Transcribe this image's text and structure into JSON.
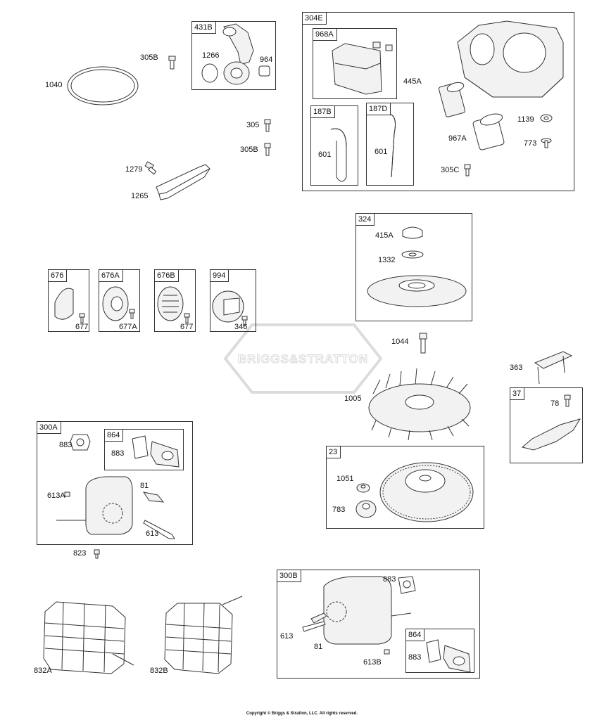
{
  "watermark": "BRIGGS&STRATTON",
  "copyright": "Copyright © Briggs & Stratton, LLC. All rights reserved.",
  "groups": {
    "g431B": "431B",
    "g304E": "304E",
    "g968A": "968A",
    "g187B": "187B",
    "g187D": "187D",
    "g324": "324",
    "g676": "676",
    "g676A": "676A",
    "g676B": "676B",
    "g994": "994",
    "g37": "37",
    "g300A": "300A",
    "g864a": "864",
    "g23": "23",
    "g300B": "300B",
    "g864b": "864"
  },
  "labels": {
    "p305B_a": "305B",
    "p1040": "1040",
    "p1266": "1266",
    "p964": "964",
    "p305": "305",
    "p305B_b": "305B",
    "p1279": "1279",
    "p1265": "1265",
    "p445A": "445A",
    "p601_a": "601",
    "p601_b": "601",
    "p1139": "1139",
    "p967A": "967A",
    "p773": "773",
    "p305C": "305C",
    "p415A": "415A",
    "p1332": "1332",
    "p677_a": "677",
    "p677A": "677A",
    "p677_b": "677",
    "p346": "346",
    "p1044": "1044",
    "p363": "363",
    "p1005": "1005",
    "p78": "78",
    "p883_a": "883",
    "p883_b": "883",
    "p613A": "613A",
    "p81_a": "81",
    "p613_a": "613",
    "p823": "823",
    "p1051": "1051",
    "p783": "783",
    "p883_c": "883",
    "p613_b": "613",
    "p81_b": "81",
    "p613B": "613B",
    "p883_d": "883",
    "p832A": "832A",
    "p832B": "832B"
  }
}
